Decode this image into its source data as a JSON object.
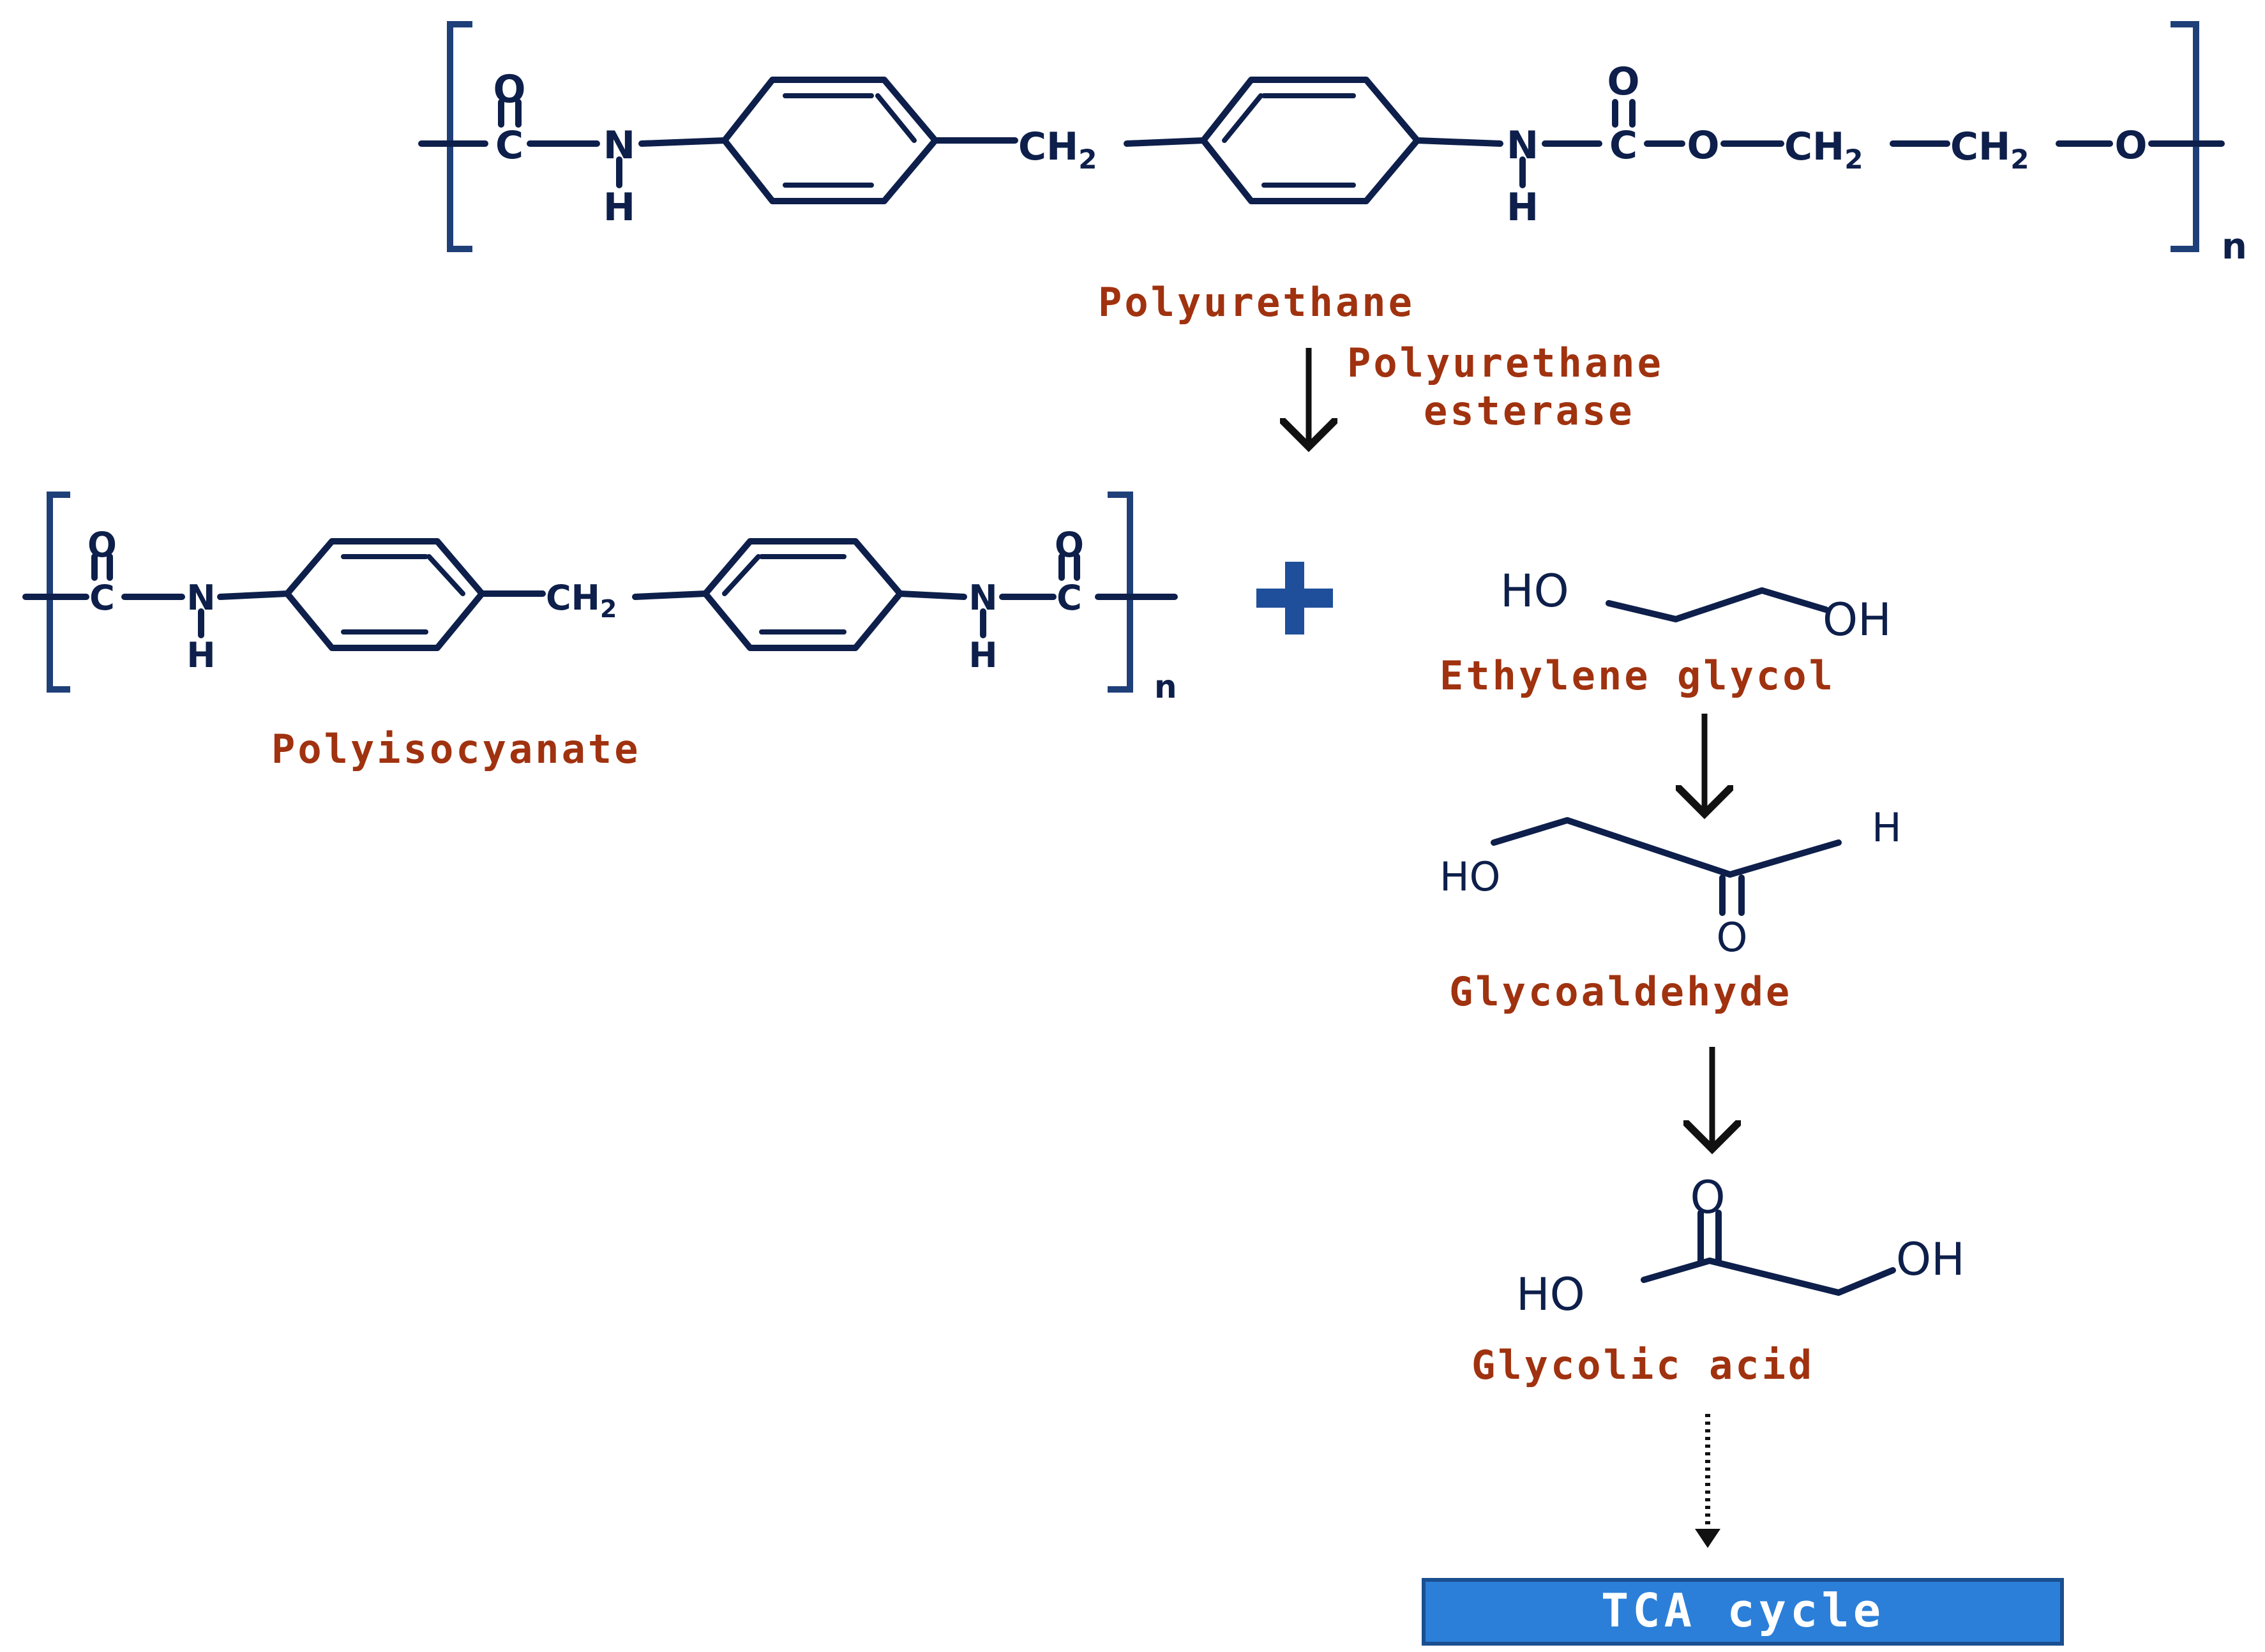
{
  "labels": {
    "polyurethane": "Polyurethane",
    "enzyme_line1": "Polyurethane",
    "enzyme_line2": "esterase",
    "polyisocyanate": "Polyisocyanate",
    "ethylene_glycol": "Ethylene glycol",
    "glycoaldehyde": "Glycoaldehyde",
    "glycolic_acid": "Glycolic acid",
    "tca_cycle": "TCA cycle"
  },
  "atoms": {
    "O": "O",
    "C": "C",
    "N": "N",
    "H": "H",
    "CH2": "CH",
    "sub2": "2",
    "HO": "HO",
    "OH": "OH",
    "n": "n"
  },
  "colors": {
    "structure": "#0d1f4a",
    "label": "#a0320f",
    "tca_box": "#2b7fd8",
    "plus": "#1f4f9a"
  }
}
